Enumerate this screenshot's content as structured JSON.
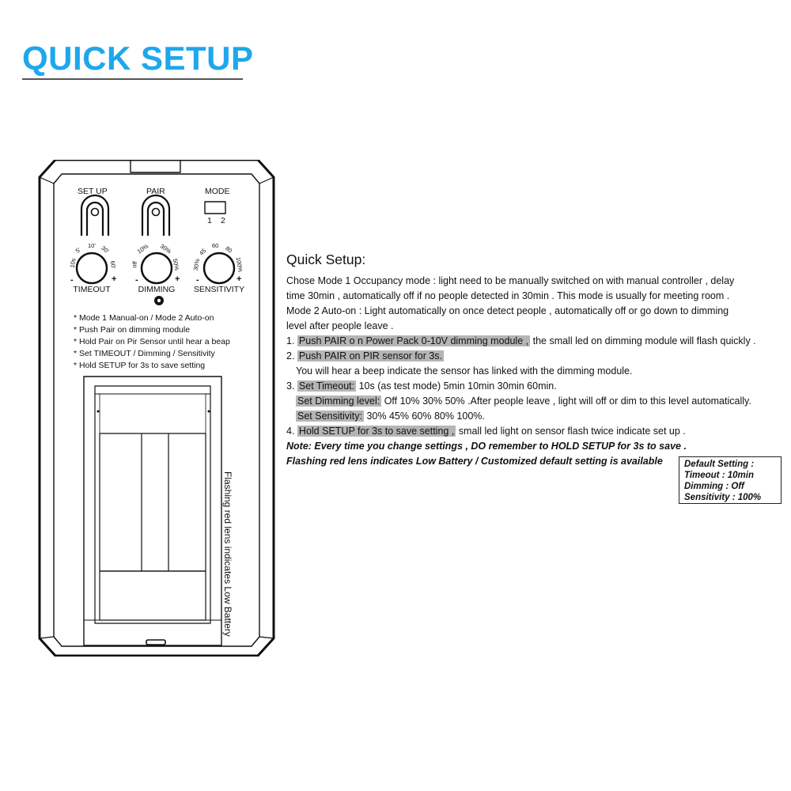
{
  "header": {
    "title": "QUICK SETUP"
  },
  "device": {
    "setup_label": "SET UP",
    "pair_label": "PAIR",
    "mode_label": "MODE",
    "mode_positions": [
      "1",
      "2"
    ],
    "timeout": {
      "label": "TIMEOUT",
      "ticks": [
        "10s",
        "5'",
        "10'",
        "30'",
        "60'"
      ],
      "minus": "-",
      "plus": "+"
    },
    "dimming": {
      "label": "DIMMING",
      "ticks": [
        "off",
        "10%",
        "30%",
        "50%"
      ],
      "minus": "-",
      "plus": "+"
    },
    "sensitivity": {
      "label": "SENSITIVITY",
      "ticks": [
        "30%",
        "45",
        "60",
        "80",
        "100%"
      ],
      "minus": "-",
      "plus": "+"
    },
    "instructions": [
      "* Mode 1 Manual-on / Mode 2 Auto-on",
      "* Push Pair on dimming module",
      "* Hold Pair on Pir Sensor until hear a beap",
      "* Set TIMEOUT / Dimming / Sensitivity",
      "* Hold SETUP for 3s to save setting"
    ],
    "side_text": "Flashing red lens indicates Low Battery"
  },
  "doc": {
    "heading": "Quick Setup:",
    "intro": [
      "Chose Mode 1 Occupancy mode : light need to be manually switched on with manual controller , delay",
      "time 30min , automatically off if no people detected in 30min . This mode is usually for meeting room .",
      "Mode 2 Auto-on : Light automatically on once detect people , automatically off or go down to dimming",
      "level after people leave ."
    ],
    "step1": {
      "num": "1.",
      "hl": "Push PAIR o n Power Pack 0-10V dimming module ,",
      "rest": "the small led on dimming module will flash quickly ."
    },
    "step2": {
      "num": "2.",
      "hl": "Push PAIR on PIR sensor for 3s.",
      "cont": "You will hear a beep indicate the sensor has linked with the dimming module."
    },
    "step3": {
      "num": "3.",
      "timeout_hl": "Set Timeout:",
      "timeout_rest": "10s (as test mode)  5min 10min 30min 60min.",
      "dimming_hl": "Set Dimming level:",
      "dimming_rest": "Off  10% 30% 50% .After people leave , light will off or dim to this level automatically.",
      "sens_hl": "Set Sensitivity:",
      "sens_rest": "30% 45% 60% 80% 100%."
    },
    "step4": {
      "num": "4.",
      "hl": "Hold SETUP for 3s to save setting ,",
      "rest": "small led light on sensor flash twice indicate set up ."
    },
    "note": "Note: Every time you change settings , DO remember to HOLD SETUP for 3s to save .",
    "battery_note": "Flashing red lens indicates Low Battery / Customized default setting is available",
    "defaults": [
      "Default Setting :",
      "Timeout : 10min",
      "Dimming : Off",
      "Sensitivity : 100%"
    ]
  }
}
